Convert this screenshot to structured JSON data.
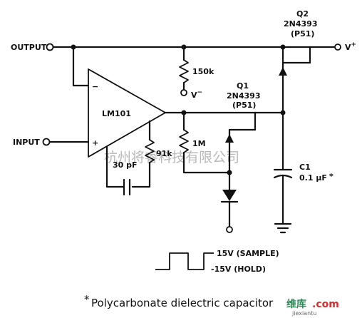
{
  "labels": {
    "output": "OUTPUT",
    "input": "INPUT",
    "vplus": "V",
    "vplus_sup": "+",
    "vminus": "V",
    "vminus_sup": "−",
    "opamp": "LM101",
    "minus_sign": "−",
    "plus_sign": "+",
    "r150k": "150k",
    "r1m": "1M",
    "r91k": "91k",
    "c30pf": "30 pF",
    "q1_name": "Q1",
    "q1_part": "2N4393",
    "q1_pkg": "(P51)",
    "q2_name": "Q2",
    "q2_part": "2N4393",
    "q2_pkg": "(P51)",
    "c1_name": "C1",
    "c1_value": "0.1 μF",
    "c1_star": "*",
    "sample": "15V (SAMPLE)",
    "hold": "-15V (HOLD)",
    "footnote_star": "*",
    "footnote": "Polycarbonate dielectric capacitor"
  },
  "watermark": {
    "cn_text": "杭州将睿科技有限公司",
    "logo_a": "维库",
    "logo_b": ".com",
    "logo_url": "jiexiantu"
  }
}
